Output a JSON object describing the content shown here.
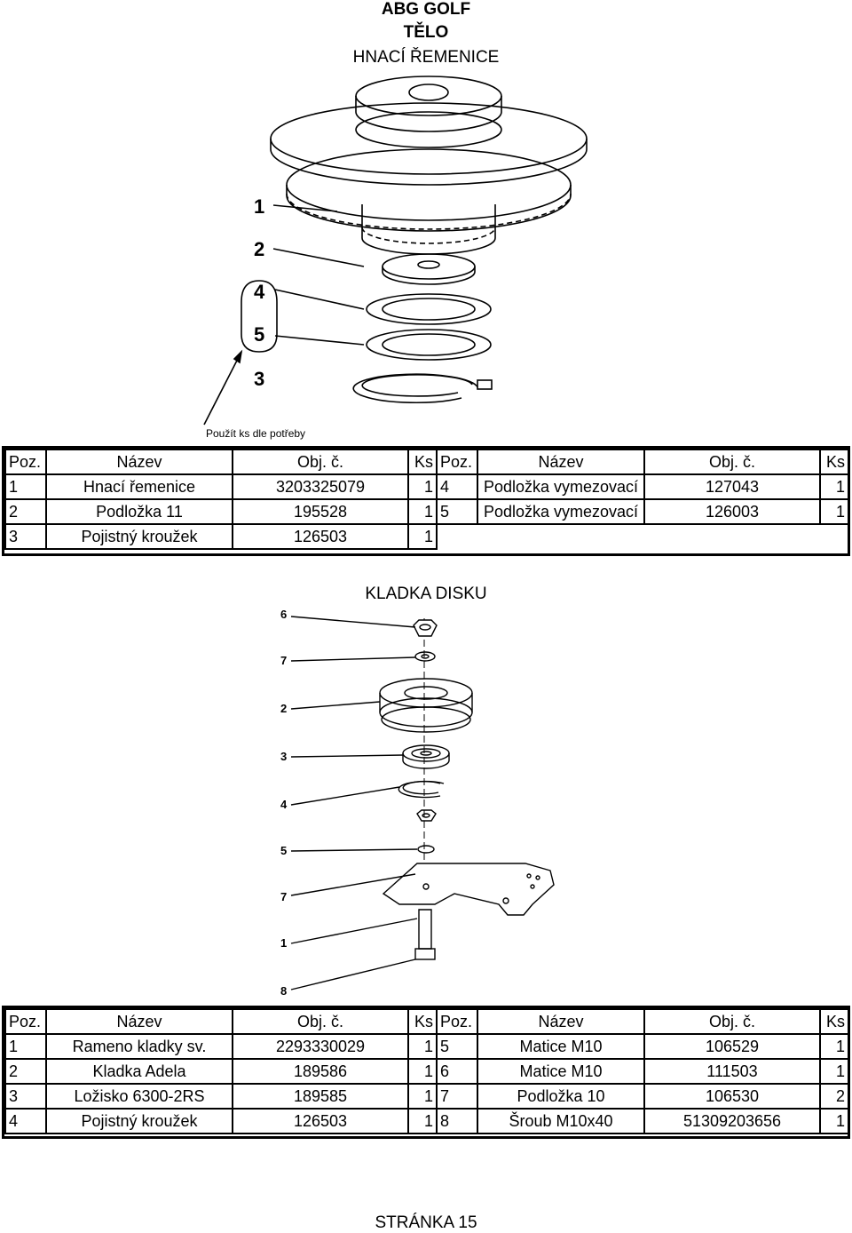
{
  "header": {
    "line1": "ABG GOLF",
    "line2": "TĚLO",
    "line3": "HNACÍ ŘEMENICE"
  },
  "drawing1": {
    "callouts": [
      "1",
      "2",
      "4",
      "5",
      "3"
    ],
    "note": "Použít ks dle potřeby"
  },
  "table1": {
    "headers": [
      "Poz.",
      "Název",
      "Obj. č.",
      "Ks",
      "Poz.",
      "Název",
      "Obj. č.",
      "Ks"
    ],
    "rows": [
      {
        "pos": "1",
        "name": "Hnací řemenice",
        "obj": "3203325079",
        "ks": "1",
        "pos2": "4",
        "name2": "Podložka vymezovací",
        "obj2": "127043",
        "ks2": "1"
      },
      {
        "pos": "2",
        "name": "Podložka 11",
        "obj": "195528",
        "ks": "1",
        "pos2": "5",
        "name2": "Podložka vymezovací",
        "obj2": "126003",
        "ks2": "1"
      },
      {
        "pos": "3",
        "name": "Pojistný kroužek",
        "obj": "126503",
        "ks": "1"
      }
    ]
  },
  "section2": {
    "title": "KLADKA DISKU"
  },
  "drawing2": {
    "callouts": [
      "6",
      "7",
      "2",
      "3",
      "4",
      "5",
      "7",
      "1",
      "8"
    ]
  },
  "table2": {
    "headers": [
      "Poz.",
      "Název",
      "Obj. č.",
      "Ks",
      "Poz.",
      "Název",
      "Obj. č.",
      "Ks"
    ],
    "rows": [
      {
        "pos": "1",
        "name": "Rameno kladky sv.",
        "obj": "2293330029",
        "ks": "1",
        "pos2": "5",
        "name2": "Matice M10",
        "obj2": "106529",
        "ks2": "1"
      },
      {
        "pos": "2",
        "name": "Kladka Adela",
        "obj": "189586",
        "ks": "1",
        "pos2": "6",
        "name2": "Matice M10",
        "obj2": "111503",
        "ks2": "1"
      },
      {
        "pos": "3",
        "name": "Ložisko 6300-2RS",
        "obj": "189585",
        "ks": "1",
        "pos2": "7",
        "name2": "Podložka 10",
        "obj2": "106530",
        "ks2": "2"
      },
      {
        "pos": "4",
        "name": "Pojistný kroužek",
        "obj": "126503",
        "ks": "1",
        "pos2": "8",
        "name2": "Šroub M10x40",
        "obj2": "51309203656",
        "ks2": "1"
      }
    ]
  },
  "footer": {
    "page": "STRÁNKA 15"
  }
}
